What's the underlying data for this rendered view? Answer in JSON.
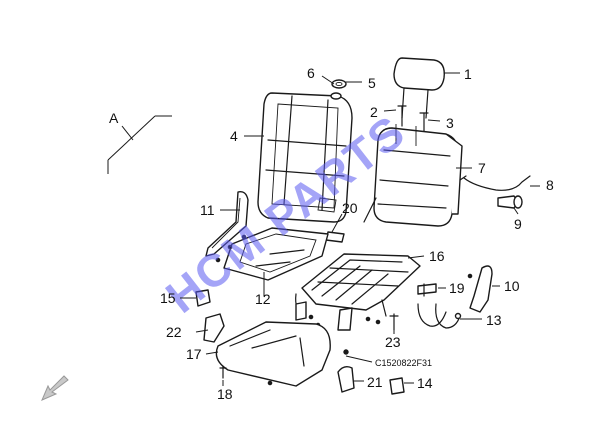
{
  "diagram": {
    "view_label": "A",
    "drawing_code": "C1520822F31",
    "watermark": "HCM PARTS",
    "callouts": [
      "1",
      "2",
      "3",
      "4",
      "5",
      "6",
      "7",
      "8",
      "9",
      "10",
      "11",
      "12",
      "13",
      "14",
      "15",
      "16",
      "17",
      "18",
      "19",
      "20",
      "21",
      "22",
      "23"
    ],
    "colors": {
      "line": "#1a1a1a",
      "watermark": "#5a5af0",
      "background": "#ffffff"
    },
    "icons": {
      "direction_arrow": "arrow-down-left-icon"
    }
  }
}
